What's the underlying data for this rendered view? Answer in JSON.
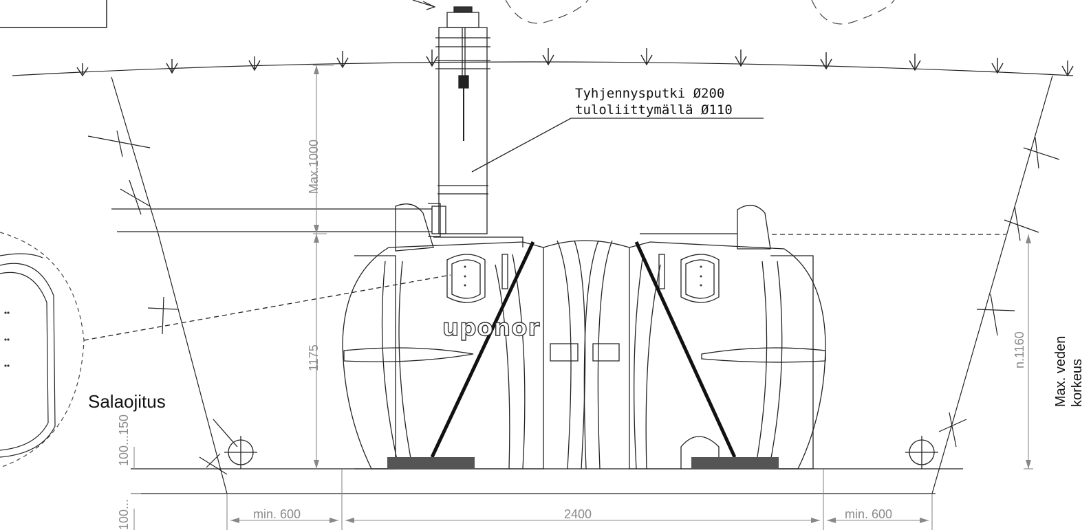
{
  "drawing": {
    "pipe_label_line1": "Tyhjennysputki Ø200",
    "pipe_label_line2": "tuloliittymällä Ø110",
    "drainage_label": "Salaojitus",
    "brand": "uponor",
    "water_height_line1": "Max. veden",
    "water_height_line2": "korkeus"
  },
  "dimensions": {
    "max_cover": "Max.1000",
    "tank_height": "1175",
    "water_level": "n.1160",
    "gravel_top": "100...150",
    "gravel_bottom": "100...",
    "width_left": "min. 600",
    "width_tank": "2400",
    "width_right": "min. 600"
  }
}
